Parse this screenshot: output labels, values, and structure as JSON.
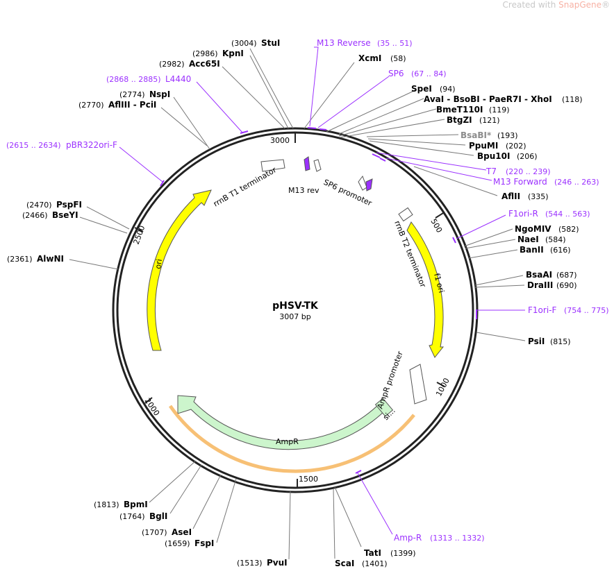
{
  "watermark": {
    "prefix": "Created with ",
    "brand": "SnapGene",
    "suffix": "®"
  },
  "plasmid": {
    "name": "pHSV-TK",
    "length_label": "3007 bp",
    "length": 3007
  },
  "colors": {
    "backbone": "#333333",
    "yellow": "#ffff00",
    "green": "#ccf5cc",
    "orange": "#f4a53a",
    "primer": "#9b30ff",
    "promoter_fill": "#9b30ff",
    "label_line": "#777777"
  },
  "ticks": [
    "500",
    "1000",
    "1500",
    "2000",
    "2500",
    "3000"
  ],
  "features": [
    {
      "label": "f1 ori",
      "start": 456,
      "end": 912,
      "color": "#ffff00"
    },
    {
      "label": "ori",
      "start": 2048,
      "end": 2636,
      "color": "#ffff00"
    },
    {
      "label": "AmpR",
      "start": 1077,
      "end": 1937,
      "color": "#ccf5cc"
    }
  ],
  "feature_labels": {
    "rrnB_T1": "rrnB T1 terminator",
    "rrnB_T2": "rrnB T2 terminator",
    "M13_rev": "M13 rev",
    "SP6_promoter": "SP6 promoter",
    "AmpR_promoter": "AmpR promoter",
    "AmpR": "AmpR",
    "f1_ori": "f1 ori",
    "ori": "ori",
    "sig": "si..."
  },
  "sites": [
    {
      "pos": "(3004)",
      "name": "StuI"
    },
    {
      "pos": "(2986)",
      "name": "KpnI"
    },
    {
      "pos": "(2982)",
      "name": "Acc65I"
    },
    {
      "pos": "(2774)",
      "name": "NspI"
    },
    {
      "pos": "(2770)",
      "name": "AflIII - PciI"
    },
    {
      "pos": "(2470)",
      "name": "PspFI"
    },
    {
      "pos": "(2466)",
      "name": "BseYI"
    },
    {
      "pos": "(2361)",
      "name": "AlwNI"
    },
    {
      "pos": "(58)",
      "name": "XcmI"
    },
    {
      "pos": "(94)",
      "name": "SpeI"
    },
    {
      "pos": "(118)",
      "name": "AvaI - BsoBI - PaeR7I - XhoI"
    },
    {
      "pos": "(119)",
      "name": "BmeT110I"
    },
    {
      "pos": "(121)",
      "name": "BtgZI"
    },
    {
      "pos": "(193)",
      "name": "BsaBI*"
    },
    {
      "pos": "(202)",
      "name": "PpuMI"
    },
    {
      "pos": "(206)",
      "name": "Bpu10I"
    },
    {
      "pos": "(335)",
      "name": "AflII"
    },
    {
      "pos": "(582)",
      "name": "NgoMIV"
    },
    {
      "pos": "(584)",
      "name": "NaeI"
    },
    {
      "pos": "(616)",
      "name": "BanII"
    },
    {
      "pos": "(687)",
      "name": "BsaAI"
    },
    {
      "pos": "(690)",
      "name": "DraIII"
    },
    {
      "pos": "(815)",
      "name": "PsiI"
    },
    {
      "pos": "(1399)",
      "name": "TatI"
    },
    {
      "pos": "(1401)",
      "name": "ScaI"
    },
    {
      "pos": "(1513)",
      "name": "PvuI"
    },
    {
      "pos": "(1659)",
      "name": "FspI"
    },
    {
      "pos": "(1707)",
      "name": "AseI"
    },
    {
      "pos": "(1764)",
      "name": "BglI"
    },
    {
      "pos": "(1813)",
      "name": "BpmI"
    }
  ],
  "primers": [
    {
      "name": "M13 Reverse",
      "range": "(35 .. 51)"
    },
    {
      "name": "SP6",
      "range": "(67 .. 84)"
    },
    {
      "name": "T7",
      "range": "(220 .. 239)"
    },
    {
      "name": "M13 Forward",
      "range": "(246 .. 263)"
    },
    {
      "name": "F1ori-R",
      "range": "(544 .. 563)"
    },
    {
      "name": "F1ori-F",
      "range": "(754 .. 775)"
    },
    {
      "name": "Amp-R",
      "range": "(1313 .. 1332)"
    },
    {
      "name": "pBR322ori-F",
      "range": "(2615 .. 2634)"
    },
    {
      "name": "L4440",
      "range": "(2868 .. 2885)"
    }
  ]
}
